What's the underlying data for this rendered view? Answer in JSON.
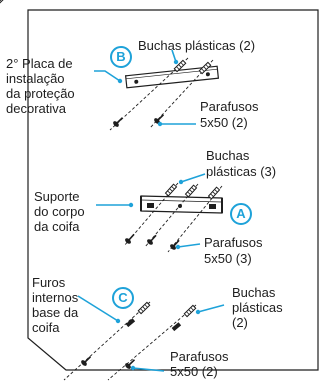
{
  "diagram": {
    "labels": {
      "plugs_top": "Buchas plásticas (2)",
      "plate_line1": "2° Placa de",
      "plate_line2": "instalação",
      "plate_line3": "da proteção",
      "plate_line4": "decorativa",
      "screws_b_line1": "Parafusos",
      "screws_b_line2": "5x50 (2)",
      "plugs_mid_line1": "Buchas",
      "plugs_mid_line2": "plásticas (3)",
      "bracket_line1": "Suporte",
      "bracket_line2": "do corpo",
      "bracket_line3": "da coifa",
      "screws_a_line1": "Parafusos",
      "screws_a_line2": "5x50 (3)",
      "holes_line1": "Furos",
      "holes_line2": "internos",
      "holes_line3": "base da",
      "holes_line4": "coifa",
      "plugs_bottom_line1": "Buchas",
      "plugs_bottom_line2": "plásticas",
      "plugs_bottom_line3": "(2)",
      "screws_c_line1": "Parafusos",
      "screws_c_line2": "5x50 (2)"
    },
    "badges": {
      "a": "A",
      "b": "B",
      "c": "C"
    },
    "colors": {
      "accent": "#1ea2d9",
      "line": "#1e1e1e",
      "wall": "#ffffff"
    }
  }
}
